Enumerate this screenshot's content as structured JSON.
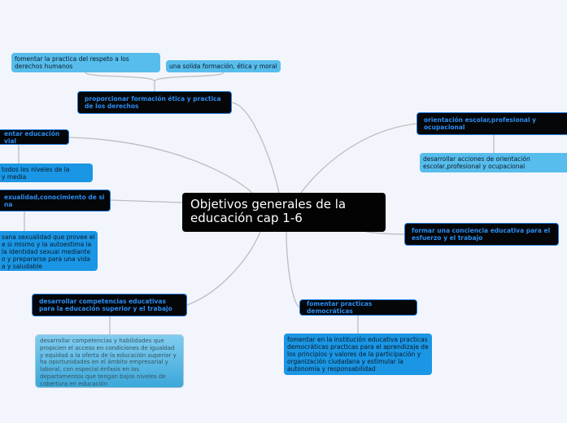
{
  "center": {
    "title": "Objetivos generales de la educación cap 1-6"
  },
  "branches": [
    {
      "label": "proporcionar formación ética y practica de los derechos",
      "children": [
        "fomentar la practica del respeto a los derechos humanos",
        "una solida formación, ética y moral"
      ]
    },
    {
      "label": "entar educación vial",
      "children": [
        "todos los niveles de la\ny media"
      ]
    },
    {
      "label": "exualidad,conocimiento de si\nna",
      "children": [
        "sana sexualidad que provee el\ne si mismo y la autoestima la\nla identidad sexual mediante\no y prepararse para una vida\na y saludable"
      ]
    },
    {
      "label": "desarrollar competencias educativas para la educación superior y el trabajo",
      "children": [
        "desarrollar competencias y habilidades que propicien el acceso en condiciones de igualdad y equidad a la oferta de la educación superior y ha oportunidades en el ámbito empresarial y laboral, con especial énfasis en los departamentos que tengan bajos niveles de cobertura en educación"
      ]
    },
    {
      "label": "orientación escolar,profesional y ocupacional",
      "children": [
        "desarrollar acciones de orientación escolar,profesional y ocupacional"
      ]
    },
    {
      "label": "formar una conciencia educativa para el esfuerzo y el trabajo",
      "children": []
    },
    {
      "label": "fomentar practicas democráticas",
      "children": [
        "fomentar en la institución educativa practicas democráticas practicas para el aprendizaje de los principios y valores de la participación y organización ciudadana y estimular la autonomía y responsabilidad"
      ]
    }
  ],
  "colors": {
    "background": "#f3f5fd",
    "node": "#050608",
    "node_text": "#2a8cf0",
    "light_child": "#57bdec",
    "dark_child": "#1a96e4",
    "connector": "#bdbdbd"
  }
}
